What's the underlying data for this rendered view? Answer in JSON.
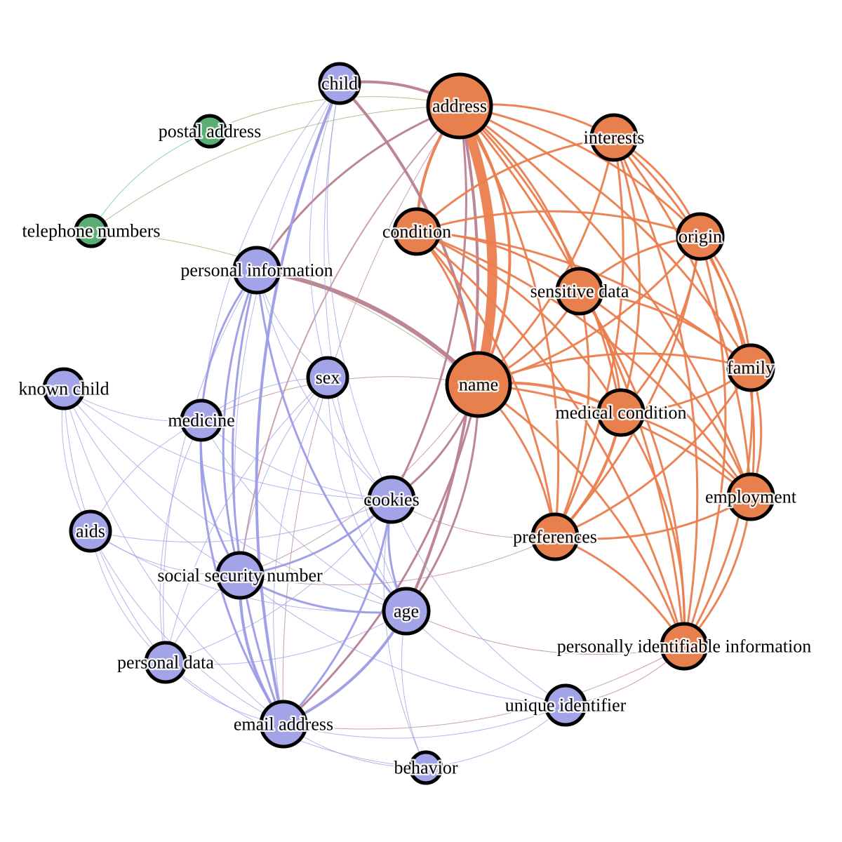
{
  "colors": {
    "orange": "#e8804e",
    "purple": "#a3a3e8",
    "green": "#5aad73",
    "edge_orange": "#ea7e4e",
    "edge_purple": "#9c9ce6",
    "edge_mauve": "#b88090",
    "edge_olive": "#a4a46a",
    "edge_green": "#6cc48a"
  },
  "groups": [
    {
      "id": "orange",
      "color": "#e8804e"
    },
    {
      "id": "purple",
      "color": "#a3a3e8"
    },
    {
      "id": "green",
      "color": "#5aad73"
    }
  ],
  "nodes": [
    {
      "id": "address",
      "label": "address",
      "group": "orange",
      "weight": 5
    },
    {
      "id": "name",
      "label": "name",
      "group": "orange",
      "weight": 5
    },
    {
      "id": "interests",
      "label": "interests",
      "group": "orange",
      "weight": 3
    },
    {
      "id": "condition",
      "label": "condition",
      "group": "orange",
      "weight": 3
    },
    {
      "id": "origin",
      "label": "origin",
      "group": "orange",
      "weight": 3
    },
    {
      "id": "sensitive_data",
      "label": "sensitive data",
      "group": "orange",
      "weight": 3
    },
    {
      "id": "family",
      "label": "family",
      "group": "orange",
      "weight": 3
    },
    {
      "id": "medical_condition",
      "label": "medical condition",
      "group": "orange",
      "weight": 3
    },
    {
      "id": "employment",
      "label": "employment",
      "group": "orange",
      "weight": 3
    },
    {
      "id": "preferences",
      "label": "preferences",
      "group": "orange",
      "weight": 3
    },
    {
      "id": "pii",
      "label": "personally identifiable information",
      "group": "orange",
      "weight": 3
    },
    {
      "id": "child",
      "label": "child",
      "group": "purple",
      "weight": 2
    },
    {
      "id": "personal_information",
      "label": "personal information",
      "group": "purple",
      "weight": 3
    },
    {
      "id": "sex",
      "label": "sex",
      "group": "purple",
      "weight": 2
    },
    {
      "id": "known_child",
      "label": "known child",
      "group": "purple",
      "weight": 2
    },
    {
      "id": "medicine",
      "label": "medicine",
      "group": "purple",
      "weight": 2
    },
    {
      "id": "cookies",
      "label": "cookies",
      "group": "purple",
      "weight": 3
    },
    {
      "id": "aids",
      "label": "aids",
      "group": "purple",
      "weight": 2
    },
    {
      "id": "ssn",
      "label": "social security number",
      "group": "purple",
      "weight": 3
    },
    {
      "id": "age",
      "label": "age",
      "group": "purple",
      "weight": 3
    },
    {
      "id": "personal_data",
      "label": "personal data",
      "group": "purple",
      "weight": 2
    },
    {
      "id": "email_address",
      "label": "email address",
      "group": "purple",
      "weight": 3
    },
    {
      "id": "unique_identifier",
      "label": "unique identifier",
      "group": "purple",
      "weight": 2
    },
    {
      "id": "behavior",
      "label": "behavior",
      "group": "purple",
      "weight": 1
    },
    {
      "id": "postal_address",
      "label": "postal address",
      "group": "green",
      "weight": 1
    },
    {
      "id": "telephone_numbers",
      "label": "telephone numbers",
      "group": "green",
      "weight": 1
    }
  ],
  "edges": [
    {
      "source": "address",
      "target": "name",
      "color": "edge_orange",
      "weight": 14
    },
    {
      "source": "address",
      "target": "name",
      "color": "edge_orange",
      "weight": 4
    },
    {
      "source": "address",
      "target": "interests",
      "color": "edge_orange",
      "weight": 3
    },
    {
      "source": "address",
      "target": "origin",
      "color": "edge_orange",
      "weight": 3
    },
    {
      "source": "address",
      "target": "family",
      "color": "edge_orange",
      "weight": 3
    },
    {
      "source": "address",
      "target": "employment",
      "color": "edge_orange",
      "weight": 3
    },
    {
      "source": "address",
      "target": "sensitive_data",
      "color": "edge_orange",
      "weight": 3
    },
    {
      "source": "address",
      "target": "condition",
      "color": "edge_orange",
      "weight": 4
    },
    {
      "source": "address",
      "target": "medical_condition",
      "color": "edge_orange",
      "weight": 3
    },
    {
      "source": "address",
      "target": "preferences",
      "color": "edge_orange",
      "weight": 3
    },
    {
      "source": "address",
      "target": "pii",
      "color": "edge_orange",
      "weight": 3
    },
    {
      "source": "address",
      "target": "child",
      "color": "edge_mauve",
      "weight": 4
    },
    {
      "source": "address",
      "target": "personal_information",
      "color": "edge_mauve",
      "weight": 3
    },
    {
      "source": "address",
      "target": "cookies",
      "color": "edge_mauve",
      "weight": 3
    },
    {
      "source": "address",
      "target": "age",
      "color": "edge_mauve",
      "weight": 4
    },
    {
      "source": "address",
      "target": "ssn",
      "color": "edge_mauve",
      "weight": 2
    },
    {
      "source": "address",
      "target": "email_address",
      "color": "edge_mauve",
      "weight": 1
    },
    {
      "source": "address",
      "target": "postal_address",
      "color": "edge_olive",
      "weight": 1
    },
    {
      "source": "address",
      "target": "telephone_numbers",
      "color": "edge_olive",
      "weight": 1
    },
    {
      "source": "name",
      "target": "child",
      "color": "edge_mauve",
      "weight": 4
    },
    {
      "source": "name",
      "target": "personal_information",
      "color": "edge_mauve",
      "weight": 6
    },
    {
      "source": "name",
      "target": "condition",
      "color": "edge_orange",
      "weight": 3
    },
    {
      "source": "name",
      "target": "interests",
      "color": "edge_orange",
      "weight": 3
    },
    {
      "source": "name",
      "target": "origin",
      "color": "edge_orange",
      "weight": 3
    },
    {
      "source": "name",
      "target": "sensitive_data",
      "color": "edge_orange",
      "weight": 3
    },
    {
      "source": "name",
      "target": "family",
      "color": "edge_orange",
      "weight": 3
    },
    {
      "source": "name",
      "target": "medical_condition",
      "color": "edge_orange",
      "weight": 4
    },
    {
      "source": "name",
      "target": "employment",
      "color": "edge_orange",
      "weight": 3
    },
    {
      "source": "name",
      "target": "preferences",
      "color": "edge_orange",
      "weight": 3
    },
    {
      "source": "name",
      "target": "pii",
      "color": "edge_orange",
      "weight": 3
    },
    {
      "source": "name",
      "target": "cookies",
      "color": "edge_mauve",
      "weight": 3
    },
    {
      "source": "name",
      "target": "age",
      "color": "edge_mauve",
      "weight": 3
    },
    {
      "source": "name",
      "target": "email_address",
      "color": "edge_mauve",
      "weight": 3
    },
    {
      "source": "name",
      "target": "ssn",
      "color": "edge_mauve",
      "weight": 1
    },
    {
      "source": "name",
      "target": "telephone_numbers",
      "color": "edge_olive",
      "weight": 1
    },
    {
      "source": "name",
      "target": "medicine",
      "color": "edge_mauve",
      "weight": 1
    },
    {
      "source": "condition",
      "target": "origin",
      "color": "edge_orange",
      "weight": 3
    },
    {
      "source": "condition",
      "target": "family",
      "color": "edge_orange",
      "weight": 3
    },
    {
      "source": "condition",
      "target": "employment",
      "color": "edge_orange",
      "weight": 3
    },
    {
      "source": "condition",
      "target": "preferences",
      "color": "edge_orange",
      "weight": 3
    },
    {
      "source": "condition",
      "target": "pii",
      "color": "edge_orange",
      "weight": 3
    },
    {
      "source": "condition",
      "target": "sensitive_data",
      "color": "edge_orange",
      "weight": 3
    },
    {
      "source": "condition",
      "target": "interests",
      "color": "edge_orange",
      "weight": 3
    },
    {
      "source": "condition",
      "target": "medical_condition",
      "color": "edge_orange",
      "weight": 3
    },
    {
      "source": "interests",
      "target": "origin",
      "color": "edge_orange",
      "weight": 3
    },
    {
      "source": "interests",
      "target": "family",
      "color": "edge_orange",
      "weight": 3
    },
    {
      "source": "interests",
      "target": "employment",
      "color": "edge_orange",
      "weight": 3
    },
    {
      "source": "interests",
      "target": "preferences",
      "color": "edge_orange",
      "weight": 3
    },
    {
      "source": "interests",
      "target": "pii",
      "color": "edge_orange",
      "weight": 3
    },
    {
      "source": "interests",
      "target": "medical_condition",
      "color": "edge_orange",
      "weight": 3
    },
    {
      "source": "origin",
      "target": "family",
      "color": "edge_orange",
      "weight": 3
    },
    {
      "source": "origin",
      "target": "employment",
      "color": "edge_orange",
      "weight": 3
    },
    {
      "source": "origin",
      "target": "preferences",
      "color": "edge_orange",
      "weight": 3
    },
    {
      "source": "origin",
      "target": "pii",
      "color": "edge_orange",
      "weight": 3
    },
    {
      "source": "origin",
      "target": "medical_condition",
      "color": "edge_orange",
      "weight": 3
    },
    {
      "source": "origin",
      "target": "sensitive_data",
      "color": "edge_orange",
      "weight": 3
    },
    {
      "source": "sensitive_data",
      "target": "family",
      "color": "edge_orange",
      "weight": 3
    },
    {
      "source": "sensitive_data",
      "target": "employment",
      "color": "edge_orange",
      "weight": 3
    },
    {
      "source": "sensitive_data",
      "target": "preferences",
      "color": "edge_orange",
      "weight": 3
    },
    {
      "source": "sensitive_data",
      "target": "pii",
      "color": "edge_orange",
      "weight": 3
    },
    {
      "source": "sensitive_data",
      "target": "medical_condition",
      "color": "edge_orange",
      "weight": 3
    },
    {
      "source": "family",
      "target": "employment",
      "color": "edge_orange",
      "weight": 3
    },
    {
      "source": "family",
      "target": "preferences",
      "color": "edge_orange",
      "weight": 3
    },
    {
      "source": "family",
      "target": "pii",
      "color": "edge_orange",
      "weight": 3
    },
    {
      "source": "family",
      "target": "medical_condition",
      "color": "edge_orange",
      "weight": 3
    },
    {
      "source": "medical_condition",
      "target": "employment",
      "color": "edge_orange",
      "weight": 3
    },
    {
      "source": "medical_condition",
      "target": "preferences",
      "color": "edge_orange",
      "weight": 4
    },
    {
      "source": "medical_condition",
      "target": "pii",
      "color": "edge_orange",
      "weight": 3
    },
    {
      "source": "employment",
      "target": "preferences",
      "color": "edge_orange",
      "weight": 3
    },
    {
      "source": "employment",
      "target": "pii",
      "color": "edge_orange",
      "weight": 3
    },
    {
      "source": "preferences",
      "target": "pii",
      "color": "edge_orange",
      "weight": 3
    },
    {
      "source": "preferences",
      "target": "cookies",
      "color": "edge_mauve",
      "weight": 1
    },
    {
      "source": "preferences",
      "target": "ssn",
      "color": "edge_mauve",
      "weight": 1
    },
    {
      "source": "pii",
      "target": "age",
      "color": "edge_mauve",
      "weight": 1
    },
    {
      "source": "pii",
      "target": "unique_identifier",
      "color": "edge_mauve",
      "weight": 1
    },
    {
      "source": "pii",
      "target": "email_address",
      "color": "edge_mauve",
      "weight": 1
    },
    {
      "source": "child",
      "target": "email_address",
      "color": "edge_purple",
      "weight": 4
    },
    {
      "source": "child",
      "target": "ssn",
      "color": "edge_purple",
      "weight": 1
    },
    {
      "source": "child",
      "target": "cookies",
      "color": "edge_purple",
      "weight": 1
    },
    {
      "source": "child",
      "target": "age",
      "color": "edge_purple",
      "weight": 1
    },
    {
      "source": "child",
      "target": "medicine",
      "color": "edge_purple",
      "weight": 1
    },
    {
      "source": "child",
      "target": "sex",
      "color": "edge_purple",
      "weight": 1
    },
    {
      "source": "personal_information",
      "target": "medicine",
      "color": "edge_purple",
      "weight": 3
    },
    {
      "source": "personal_information",
      "target": "age",
      "color": "edge_purple",
      "weight": 3
    },
    {
      "source": "personal_information",
      "target": "ssn",
      "color": "edge_purple",
      "weight": 3
    },
    {
      "source": "personal_information",
      "target": "email_address",
      "color": "edge_purple",
      "weight": 3
    },
    {
      "source": "personal_information",
      "target": "cookies",
      "color": "edge_purple",
      "weight": 1
    },
    {
      "source": "personal_information",
      "target": "personal_data",
      "color": "edge_purple",
      "weight": 1
    },
    {
      "source": "personal_information",
      "target": "sex",
      "color": "edge_purple",
      "weight": 1
    },
    {
      "source": "medicine",
      "target": "ssn",
      "color": "edge_purple",
      "weight": 3
    },
    {
      "source": "medicine",
      "target": "email_address",
      "color": "edge_purple",
      "weight": 3
    },
    {
      "source": "medicine",
      "target": "age",
      "color": "edge_purple",
      "weight": 1
    },
    {
      "source": "medicine",
      "target": "cookies",
      "color": "edge_purple",
      "weight": 1
    },
    {
      "source": "medicine",
      "target": "personal_data",
      "color": "edge_purple",
      "weight": 1
    },
    {
      "source": "medicine",
      "target": "known_child",
      "color": "edge_purple",
      "weight": 1
    },
    {
      "source": "medicine",
      "target": "aids",
      "color": "edge_purple",
      "weight": 1
    },
    {
      "source": "sex",
      "target": "ssn",
      "color": "edge_purple",
      "weight": 1
    },
    {
      "source": "sex",
      "target": "age",
      "color": "edge_purple",
      "weight": 1
    },
    {
      "source": "sex",
      "target": "cookies",
      "color": "edge_purple",
      "weight": 1
    },
    {
      "source": "sex",
      "target": "email_address",
      "color": "edge_purple",
      "weight": 1
    },
    {
      "source": "sex",
      "target": "medicine",
      "color": "edge_purple",
      "weight": 1
    },
    {
      "source": "sex",
      "target": "personal_data",
      "color": "edge_purple",
      "weight": 1
    },
    {
      "source": "cookies",
      "target": "age",
      "color": "edge_purple",
      "weight": 3
    },
    {
      "source": "cookies",
      "target": "ssn",
      "color": "edge_purple",
      "weight": 3
    },
    {
      "source": "cookies",
      "target": "email_address",
      "color": "edge_purple",
      "weight": 3
    },
    {
      "source": "cookies",
      "target": "personal_data",
      "color": "edge_purple",
      "weight": 1
    },
    {
      "source": "cookies",
      "target": "unique_identifier",
      "color": "edge_purple",
      "weight": 1
    },
    {
      "source": "cookies",
      "target": "behavior",
      "color": "edge_purple",
      "weight": 1
    },
    {
      "source": "ssn",
      "target": "age",
      "color": "edge_purple",
      "weight": 3
    },
    {
      "source": "ssn",
      "target": "email_address",
      "color": "edge_purple",
      "weight": 4
    },
    {
      "source": "ssn",
      "target": "personal_data",
      "color": "edge_purple",
      "weight": 1
    },
    {
      "source": "ssn",
      "target": "aids",
      "color": "edge_purple",
      "weight": 1
    },
    {
      "source": "ssn",
      "target": "known_child",
      "color": "edge_purple",
      "weight": 1
    },
    {
      "source": "ssn",
      "target": "unique_identifier",
      "color": "edge_purple",
      "weight": 1
    },
    {
      "source": "age",
      "target": "email_address",
      "color": "edge_purple",
      "weight": 4
    },
    {
      "source": "age",
      "target": "personal_data",
      "color": "edge_purple",
      "weight": 1
    },
    {
      "source": "age",
      "target": "unique_identifier",
      "color": "edge_purple",
      "weight": 1
    },
    {
      "source": "age",
      "target": "behavior",
      "color": "edge_purple",
      "weight": 1
    },
    {
      "source": "age",
      "target": "known_child",
      "color": "edge_purple",
      "weight": 1
    },
    {
      "source": "email_address",
      "target": "personal_data",
      "color": "edge_purple",
      "weight": 1
    },
    {
      "source": "email_address",
      "target": "behavior",
      "color": "edge_purple",
      "weight": 1
    },
    {
      "source": "email_address",
      "target": "unique_identifier",
      "color": "edge_purple",
      "weight": 1
    },
    {
      "source": "email_address",
      "target": "aids",
      "color": "edge_purple",
      "weight": 1
    },
    {
      "source": "email_address",
      "target": "known_child",
      "color": "edge_purple",
      "weight": 1
    },
    {
      "source": "known_child",
      "target": "aids",
      "color": "edge_purple",
      "weight": 1
    },
    {
      "source": "known_child",
      "target": "personal_data",
      "color": "edge_purple",
      "weight": 1
    },
    {
      "source": "known_child",
      "target": "cookies",
      "color": "edge_purple",
      "weight": 1
    },
    {
      "source": "aids",
      "target": "personal_data",
      "color": "edge_purple",
      "weight": 1
    },
    {
      "source": "aids",
      "target": "cookies",
      "color": "edge_purple",
      "weight": 1
    },
    {
      "source": "aids",
      "target": "age",
      "color": "edge_purple",
      "weight": 1
    },
    {
      "source": "personal_data",
      "target": "behavior",
      "color": "edge_purple",
      "weight": 1
    },
    {
      "source": "unique_identifier",
      "target": "behavior",
      "color": "edge_purple",
      "weight": 1
    },
    {
      "source": "postal_address",
      "target": "telephone_numbers",
      "color": "edge_green",
      "weight": 1
    }
  ]
}
